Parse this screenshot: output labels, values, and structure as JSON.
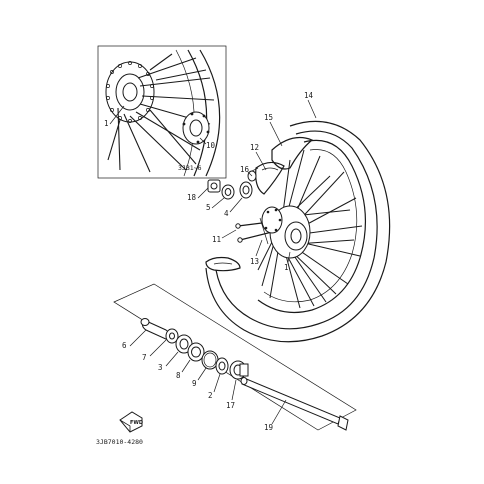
{
  "diagram": {
    "callouts": {
      "c1": "1",
      "c2": "2",
      "c3": "3",
      "c4": "4",
      "c5": "5",
      "c6": "6",
      "c7": "7",
      "c8": "8",
      "c9": "9",
      "c10": "10",
      "c11": "11",
      "c12": "12",
      "c13": "13",
      "c14": "14",
      "c15": "15",
      "c16": "16",
      "c17": "17",
      "c18": "18",
      "c19": "19",
      "inset_1": "1",
      "inset_10": "10"
    },
    "inset_label": "3JB1~6",
    "fwd_label": "FWD",
    "drawing_code": "3JB7010-4280"
  }
}
